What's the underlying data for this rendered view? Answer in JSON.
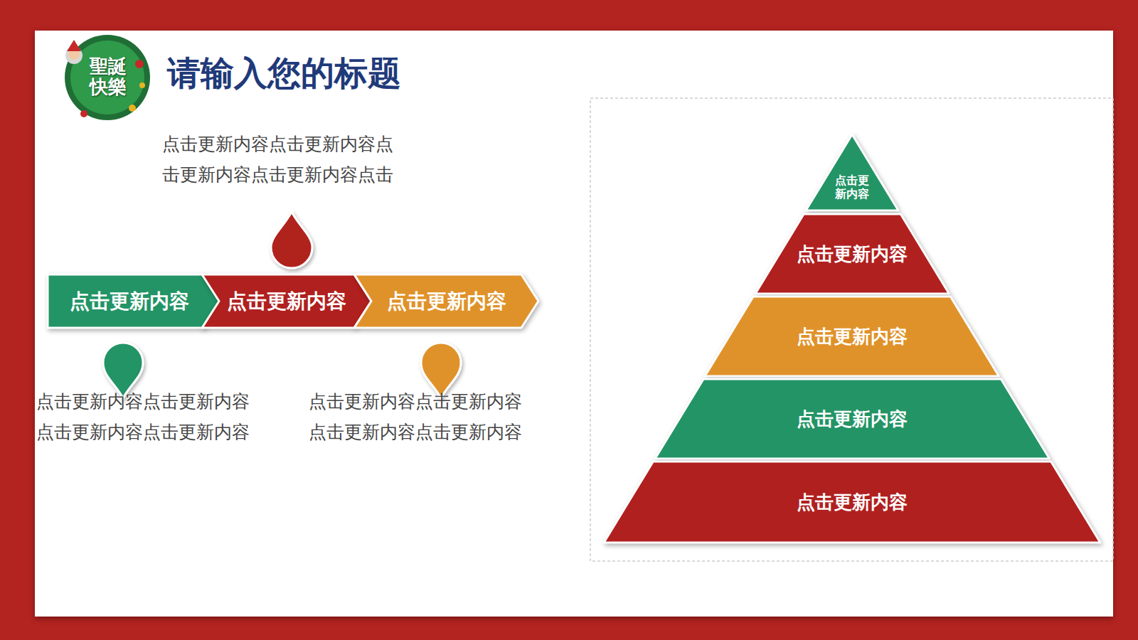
{
  "diagram": {
    "title": "请输入您的标题",
    "nodes": [
      {
        "text": [
          "点击更新内容"
        ]
      },
      {
        "text": [
          "点击更新内容"
        ]
      },
      {
        "text": [
          "点击更新内容"
        ]
      },
      {
        "text": [
          "点击更 新内容"
        ]
      },
      {
        "text": [
          "点击更新内容"
        ]
      },
      {
        "text": [
          "点击更新内容"
        ]
      },
      {
        "text": [
          "点击更新内容"
        ]
      },
      {
        "text": [
          "点击更新内容"
        ]
      }
    ],
    "labels": [
      "聖誕快樂",
      "点击更新内容点击更新内容点 击更新内容点击更新内容点击",
      "点击更新内容点击更新内容 点击更新内容点击更新内容",
      "点击更新内容点击更新内容 点击更新内容点击更新内容"
    ]
  }
}
